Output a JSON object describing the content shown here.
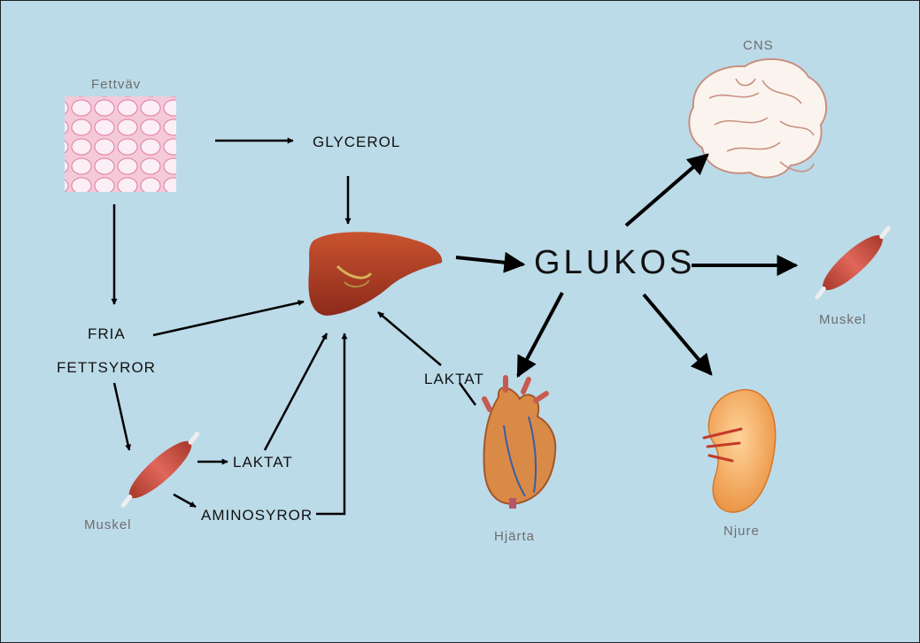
{
  "labels": {
    "fettvav": "Fettväv",
    "glycerol": "GLYCEROL",
    "fria": "FRIA",
    "fettsyror": "FETTSYROR",
    "laktat_muscle": "LAKTAT",
    "aminosyror": "AMINOSYROR",
    "muskel_left": "Muskel",
    "glukos": "GLUKOS",
    "laktat_heart": "LAKTAT",
    "cns": "CNS",
    "muskel_right": "Muskel",
    "hjarta": "Hjärta",
    "njure": "Njure"
  },
  "colors": {
    "background": "#bcdbe9",
    "arrow": "#000000",
    "organ_label": "#6e6e6e",
    "liver": "#b03a24",
    "muscle": "#c9503f",
    "kidney": "#f0a860"
  },
  "icons": [
    "adipose-tissue-image",
    "liver-icon",
    "brain-icon",
    "muscle-icon",
    "heart-icon",
    "kidney-icon"
  ]
}
